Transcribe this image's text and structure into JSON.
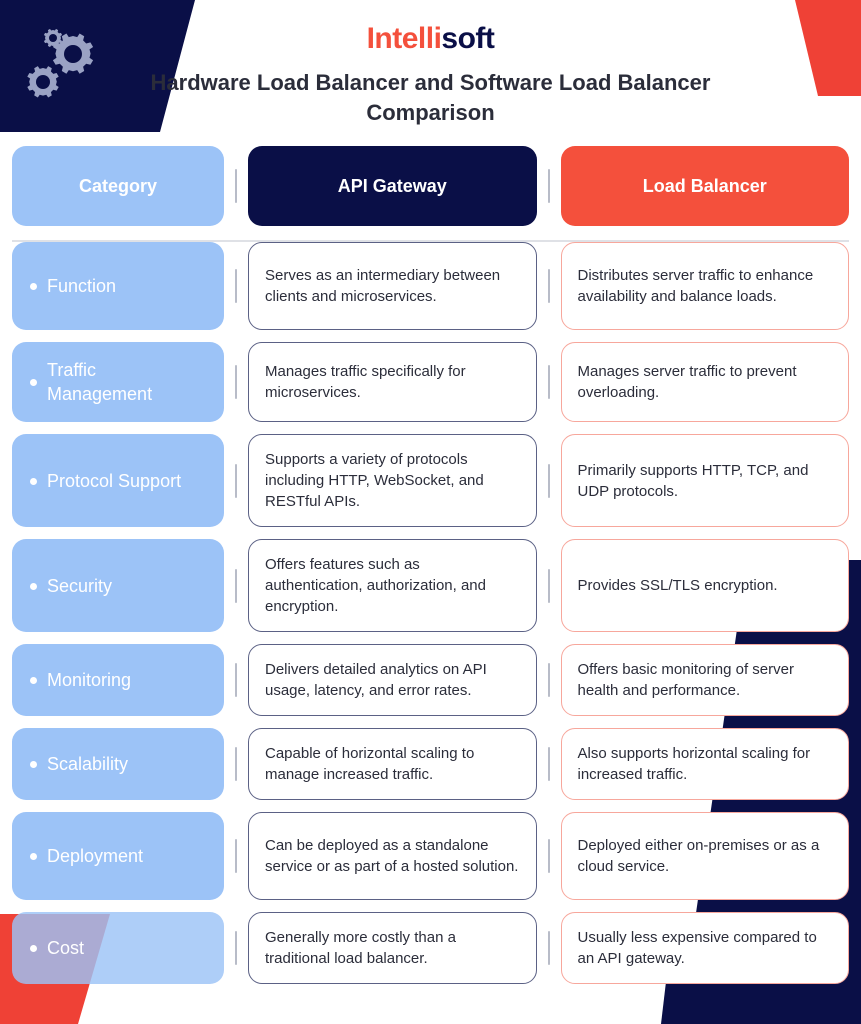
{
  "brand": {
    "part1": "Intelli",
    "part2": "soft"
  },
  "header": {
    "subtitle": "Hardware Load Balancer and Software Load Balancer Comparison"
  },
  "colors": {
    "navy": "#0a0f47",
    "red": "#ef4136",
    "brand_red": "#f4503c",
    "category_blue": "#9cc3f7",
    "card_border_navy": "#5b6185",
    "card_border_red": "#f7a79c",
    "text_dark": "#2b2d3a"
  },
  "table": {
    "headers": {
      "category": "Category",
      "api_gateway": "API Gateway",
      "load_balancer": "Load Balancer"
    },
    "rows": [
      {
        "category": "Function",
        "api_gateway": "Serves as an intermediary between clients and microservices.",
        "load_balancer": "Distributes server traffic to enhance availability and balance loads."
      },
      {
        "category": "Traffic Management",
        "api_gateway": "Manages traffic specifically for microservices.",
        "load_balancer": "Manages server traffic to prevent overloading."
      },
      {
        "category": "Protocol Support",
        "api_gateway": "Supports a variety of protocols including HTTP, WebSocket, and RESTful APIs.",
        "load_balancer": "Primarily supports HTTP, TCP, and UDP protocols."
      },
      {
        "category": "Security",
        "api_gateway": "Offers features such as authentication, authorization, and encryption.",
        "load_balancer": "Provides SSL/TLS encryption."
      },
      {
        "category": "Monitoring",
        "api_gateway": "Delivers detailed analytics on API usage, latency, and error rates.",
        "load_balancer": "Offers basic monitoring of server health and performance."
      },
      {
        "category": "Scalability",
        "api_gateway": "Capable of horizontal scaling to manage increased traffic.",
        "load_balancer": "Also supports horizontal scaling for increased traffic."
      },
      {
        "category": "Deployment",
        "api_gateway": "Can be deployed as a standalone service or as part of a hosted solution.",
        "load_balancer": "Deployed either on-premises or as a cloud service."
      },
      {
        "category": "Cost",
        "api_gateway": "Generally more costly than a traditional load balancer.",
        "load_balancer": "Usually less expensive compared to an API gateway."
      }
    ]
  }
}
